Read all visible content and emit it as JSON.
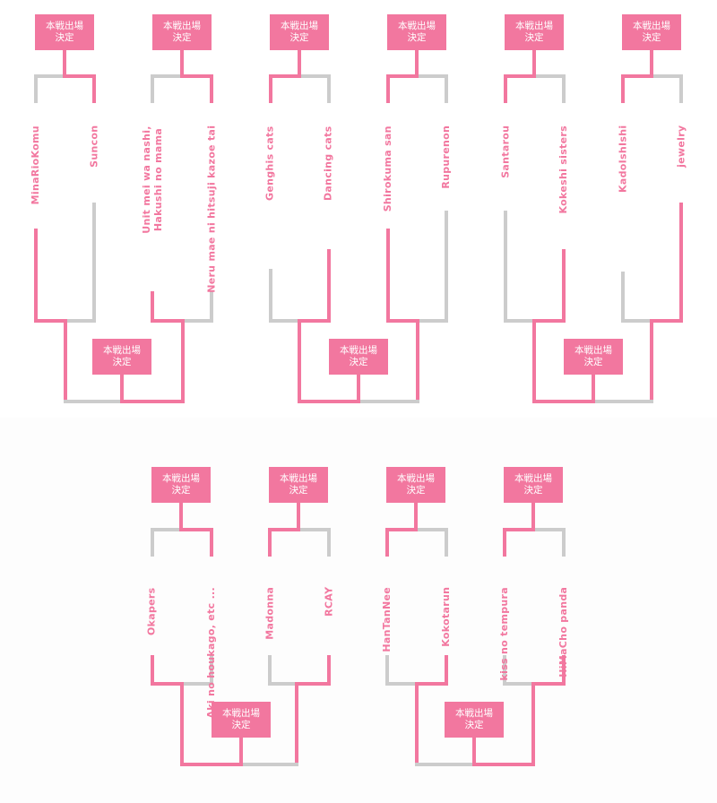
{
  "colors": {
    "win": "#f2779f",
    "lose": "#cccccc",
    "box_bg": "#f2779f",
    "box_text": "#ffffff"
  },
  "decision_label": {
    "line1": "本戦出場",
    "line2": "決定"
  },
  "groups": [
    {
      "id": "g1",
      "pairs": [
        {
          "left": "MinaRioKomu",
          "right": "Suncon",
          "winner": "right",
          "boxed": false
        },
        {
          "left": "Unit mei wa nashi,\nHakushi no mama",
          "right": "Neru mae ni hitsuji kazoe tai",
          "winner": "right",
          "boxed": false
        }
      ],
      "final_winner": "right"
    },
    {
      "id": "g2",
      "pairs": [
        {
          "left": "Genghis cats",
          "right": "Dancing cats",
          "winner": "left",
          "boxed": false
        },
        {
          "left": "Shirokuma san",
          "right": "Rupurenon",
          "winner": "left",
          "boxed": false
        }
      ],
      "final_winner": "left"
    },
    {
      "id": "g3",
      "pairs": [
        {
          "left": "Santarou",
          "right": "Kokeshi sisters",
          "winner": "left",
          "boxed": false
        },
        {
          "left": "KadoIshIshi",
          "right": "jewelry",
          "winner": "left",
          "boxed": false
        }
      ],
      "final_winner": "left"
    },
    {
      "id": "g4",
      "pairs": [
        {
          "left": "Okapers",
          "right": "Aki no houkago, etc ...",
          "winner": "right",
          "boxed": false
        },
        {
          "left": "Madonna",
          "right": "RCAY",
          "winner": "left",
          "boxed": false
        }
      ],
      "final_winner": "left"
    },
    {
      "id": "g5",
      "pairs": [
        {
          "left": "HanTanNee",
          "right": "Kokotarun",
          "winner": "left",
          "boxed": false
        },
        {
          "left": "kiss no tempura",
          "right": "HiMaCho panda",
          "winner": "left",
          "boxed": false
        }
      ],
      "final_winner": "right"
    }
  ]
}
